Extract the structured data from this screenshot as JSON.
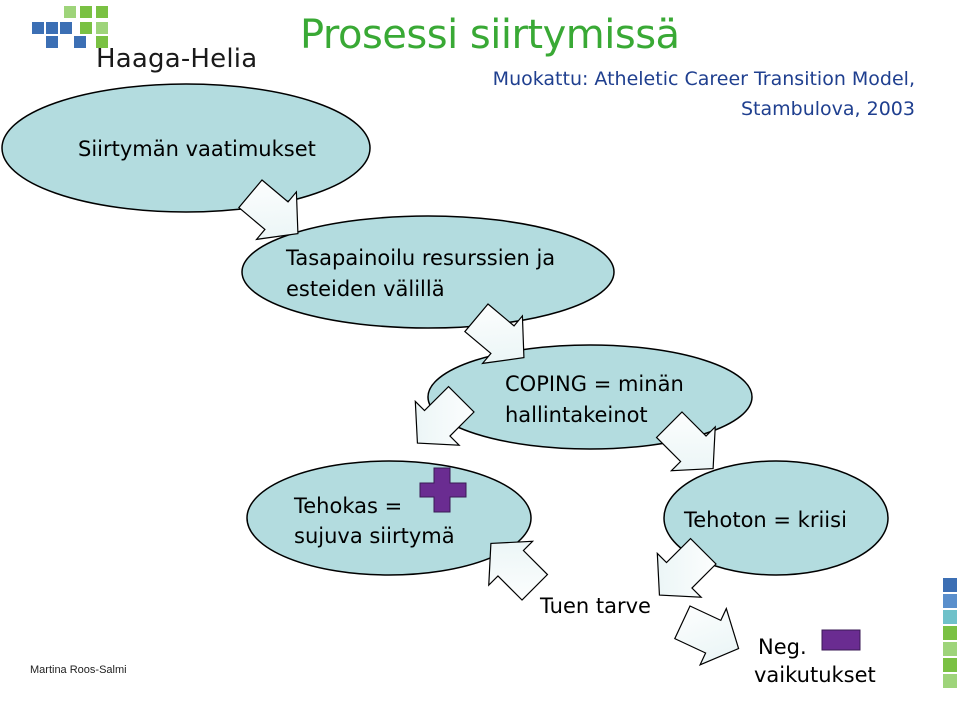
{
  "header": {
    "logo_text": "Haaga-Helia",
    "title": "Prosessi siirtymissä",
    "subtitle_line1": "Muokattu: Atheletic Career Transition Model,",
    "subtitle_line2": "Stambulova, 2003"
  },
  "nodes": {
    "siirtyman_vaatimukset": "Siirtymän vaatimukset",
    "tasapainoilu_line1": "Tasapainoilu resurssien ja",
    "tasapainoilu_line2": "esteiden välillä",
    "coping_line1": "COPING = minän",
    "coping_line2": "hallintakeinot",
    "tehokas_line1": "Tehokas =",
    "tehokas_line2": "sujuva siirtymä",
    "tehoton": "Tehoton = kriisi",
    "tuen_tarve": "Tuen tarve",
    "neg_line1": "Neg.",
    "neg_line2": "vaikutukset"
  },
  "colors": {
    "ellipse_fill": "#b3dcdf",
    "ellipse_stroke": "#000000",
    "title_green": "#39a935",
    "subtitle_blue": "#1f3f8f",
    "symbol_purple": "#6a2c91",
    "logo_blue": "#3c6fb4",
    "logo_green": "#7ac143"
  },
  "icons": {
    "plus": "plus-icon",
    "minus": "minus-icon",
    "arrows": "block-arrow"
  },
  "footer": {
    "author": "Martina Roos-Salmi"
  }
}
